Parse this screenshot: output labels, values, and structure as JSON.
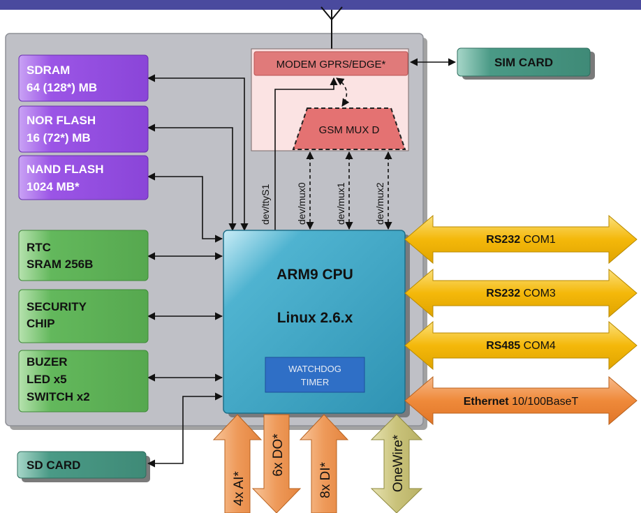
{
  "colors": {
    "top_bar": "#4a4a9e",
    "board": "#bfc0c6",
    "memory": "#9b55e6",
    "peripheral": "#63b85c",
    "teal": "#4a9a86",
    "modem": "#e07a7a",
    "cpu": "#3a9fbd",
    "watchdog": "#2f6fc6",
    "serial": "#f4b80a",
    "ethernet": "#ef8a3a",
    "io_orange": "#ee9a5a",
    "onewire": "#c9c27a"
  },
  "memory_blocks": [
    {
      "line1": "SDRAM",
      "line2": "64 (128*) MB"
    },
    {
      "line1": "NOR FLASH",
      "line2": "16 (72*) MB"
    },
    {
      "line1": "NAND FLASH",
      "line2": "1024 MB*"
    }
  ],
  "peripheral_blocks": [
    {
      "line1": "RTC",
      "line2": "SRAM 256B",
      "line3": ""
    },
    {
      "line1": "SECURITY",
      "line2": "CHIP",
      "line3": ""
    },
    {
      "line1": "BUZER",
      "line2": "LED x5",
      "line3": "SWITCH x2"
    }
  ],
  "sd_card": "SD CARD",
  "sim_card": "SIM CARD",
  "modem": "MODEM GPRS/EDGE*",
  "gsm_mux": "GSM MUX D",
  "dev_lines": [
    "dev/ttyS1",
    "dev/mux0",
    "dev/mux1",
    "dev/mux2"
  ],
  "cpu": {
    "title": "ARM9 CPU",
    "os": "Linux 2.6.x",
    "watchdog_line1": "WATCHDOG",
    "watchdog_line2": "TIMER"
  },
  "ports": [
    {
      "bold": "RS232",
      "rest": " COM1"
    },
    {
      "bold": "RS232",
      "rest": " COM3"
    },
    {
      "bold": "RS485",
      "rest": " COM4"
    },
    {
      "bold": "Ethernet",
      "rest": " 10/100BaseT"
    }
  ],
  "io": [
    "4x AI*",
    "6x DO*",
    "8x DI*",
    "OneWire*"
  ]
}
